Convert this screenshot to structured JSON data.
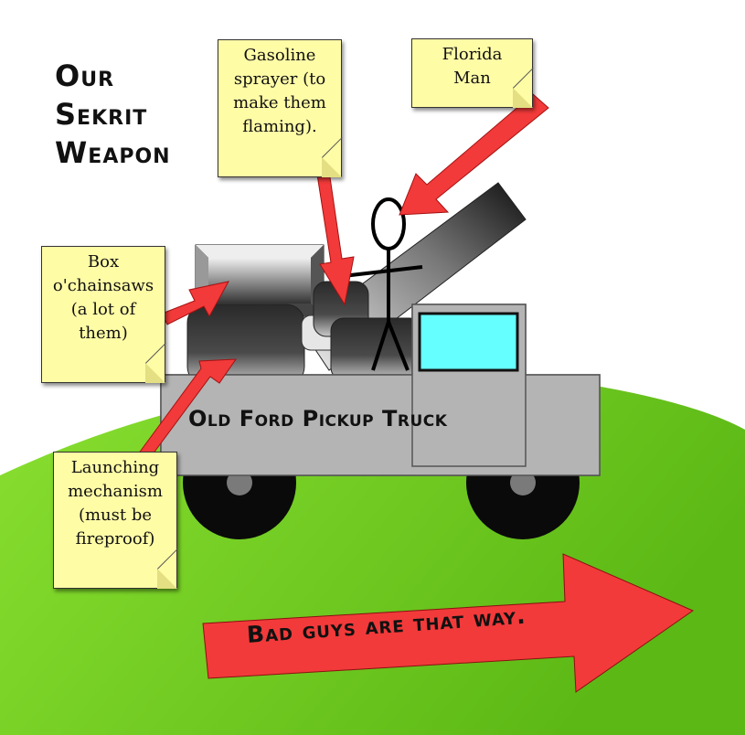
{
  "title": {
    "line1": "Our",
    "line2": "Sekrit",
    "line3": "Weapon"
  },
  "notes": {
    "gasoline": {
      "line1": "Gasoline",
      "line2": "sprayer (to",
      "line3": "make them",
      "line4": "flaming)."
    },
    "florida": {
      "line1": "Florida",
      "line2": "Man"
    },
    "box": {
      "line1": "Box",
      "line2": "o'chainsaws",
      "line3": "(a lot of",
      "line4": "them)"
    },
    "launching": {
      "line1": "Launching",
      "line2": "mechanism",
      "line3": "(must be",
      "line4": "fireproof)"
    }
  },
  "truck_label": "Old Ford Pickup Truck",
  "direction_arrow": "Bad guys are that way.",
  "colors": {
    "hill": "#7fd12a",
    "arrow_red": "#f23a3a",
    "note_yellow": "#fffca6",
    "truck_gray": "#b4b4b4",
    "window_cyan": "#66ffff"
  }
}
